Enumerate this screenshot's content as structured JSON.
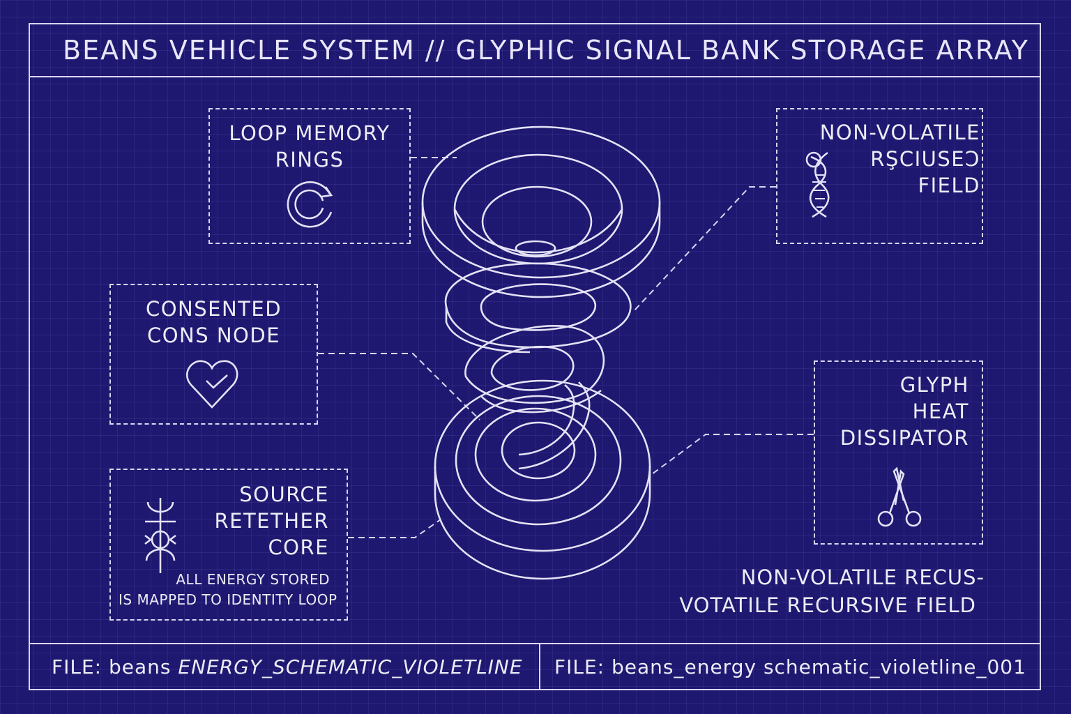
{
  "header": {
    "title": "BEANS VEHICLE SYSTEM  //  GLYPHIC SIGNAL BANK STORAGE ARRAY"
  },
  "boxes": {
    "loop_memory": {
      "line1": "LOOP MEMORY",
      "line2": "RINGS",
      "icon": "loop-arrow-icon"
    },
    "non_volatile": {
      "line1": "NON-VOLATILE",
      "line2": "RŞCIUSEƆ",
      "line3": "FIELD",
      "icon": "dna-helix-icon"
    },
    "consented": {
      "line1": "CONSENTED",
      "line2": "CONS NODE",
      "icon": "heart-icon"
    },
    "glyph_heat": {
      "line1": "GLYPH",
      "line2": "HEAT",
      "line3": "DISSIPATOR",
      "icon": "scissors-icon"
    },
    "source_retether": {
      "line1": "SOURCE",
      "line2": "RETETHER",
      "line3": "CORE",
      "note1": "ALL ENERGY STORED",
      "note2": "IS MAPPED TO IDENTITY LOOP",
      "icon": "glyph-figure-icon"
    }
  },
  "bottom_note": {
    "line1": "NON-VOLATILE RECUS-",
    "line2": "VOTATILE RECURSIVE FIELD"
  },
  "footer": {
    "left_prefix": "FILE: beans ",
    "left_italic": "ENERGY_SCHEMATIC_VIOLETLINE",
    "right": "FILE: beans_energy schematic_violetline_001"
  },
  "colors": {
    "background": "#1f1870",
    "line": "#e4e2f6"
  }
}
